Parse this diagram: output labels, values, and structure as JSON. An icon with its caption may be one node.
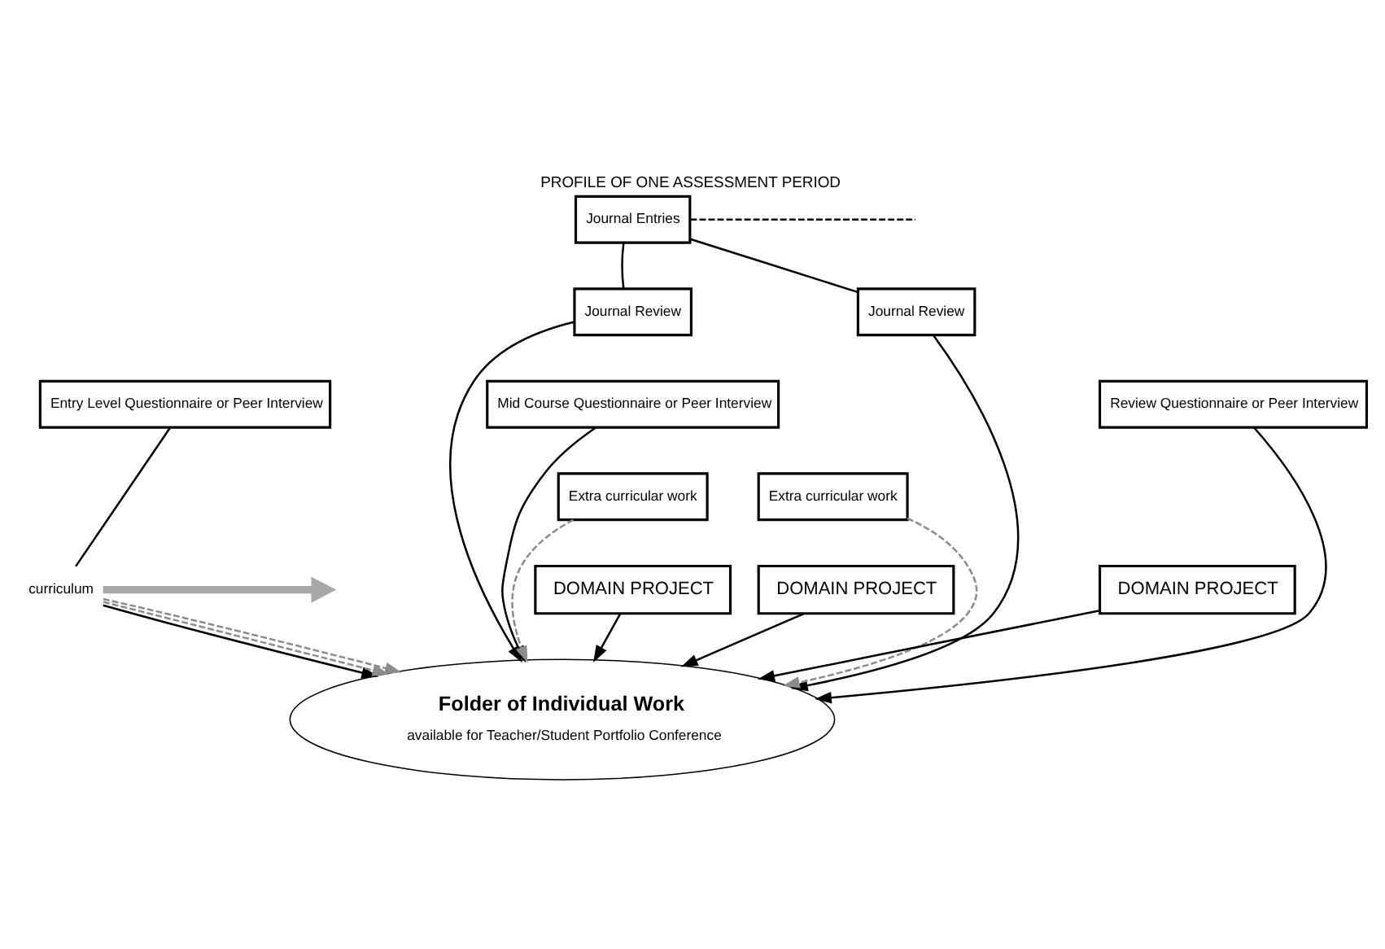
{
  "diagram": {
    "title": "PROFILE OF ONE ASSESSMENT PERIOD",
    "nodes": [
      {
        "text": [
          "Journal Entries"
        ]
      },
      {
        "text": [
          "Journal Review"
        ]
      },
      {
        "text": [
          "Journal Review"
        ]
      },
      {
        "text": [
          "Mid Course Questionnaire or Peer Interview"
        ]
      },
      {
        "text": [
          "Entry Level Questionnaire or Peer Interview"
        ]
      },
      {
        "text": [
          "Review Questionnaire or Peer Interview"
        ]
      },
      {
        "text": [
          "Extra curricular work"
        ]
      },
      {
        "text": [
          "Extra curricular work"
        ]
      },
      {
        "text": [
          "curriculum"
        ]
      },
      {
        "text": [
          "DOMAIN PROJECT"
        ]
      },
      {
        "text": [
          "DOMAIN PROJECT"
        ]
      },
      {
        "text": [
          "DOMAIN PROJECT"
        ]
      },
      {
        "text": [
          "Folder of Individual Work",
          "available for Teacher/Student Portfolio Conference"
        ]
      }
    ],
    "edges": [
      {
        "from": 0,
        "to": null,
        "arrow": "none",
        "style": "dashed"
      },
      {
        "from": 0,
        "to": 1,
        "arrow": "none"
      },
      {
        "from": 0,
        "to": 2,
        "arrow": "none"
      },
      {
        "from": 4,
        "to": 8,
        "arrow": "none"
      },
      {
        "from": 8,
        "to": null,
        "arrow": "to",
        "style": "thick",
        "color": "#a8a8a8"
      },
      {
        "from": 8,
        "to": 12,
        "arrow": "to"
      },
      {
        "from": 8,
        "to": 12,
        "arrow": "to",
        "style": "dashed",
        "color": "#8c8c8c"
      },
      {
        "from": 9,
        "to": 12,
        "arrow": "to"
      },
      {
        "from": 1,
        "to": 12,
        "arrow": "to"
      },
      {
        "from": 6,
        "to": 12,
        "arrow": "to",
        "style": "dashed",
        "color": "#8c8c8c"
      },
      {
        "from": 10,
        "to": 12,
        "arrow": "to"
      },
      {
        "from": 3,
        "to": 12,
        "arrow": "to"
      },
      {
        "from": 7,
        "to": 12,
        "arrow": "to",
        "style": "dashed",
        "color": "#8c8c8c"
      },
      {
        "from": 11,
        "to": 12,
        "arrow": "to"
      },
      {
        "from": 2,
        "to": 12,
        "arrow": "to"
      },
      {
        "from": 8,
        "to": 12,
        "arrow": "to",
        "style": "dashed",
        "color": "#8c8c8c"
      },
      {
        "from": 5,
        "to": 12,
        "arrow": "to"
      }
    ]
  }
}
